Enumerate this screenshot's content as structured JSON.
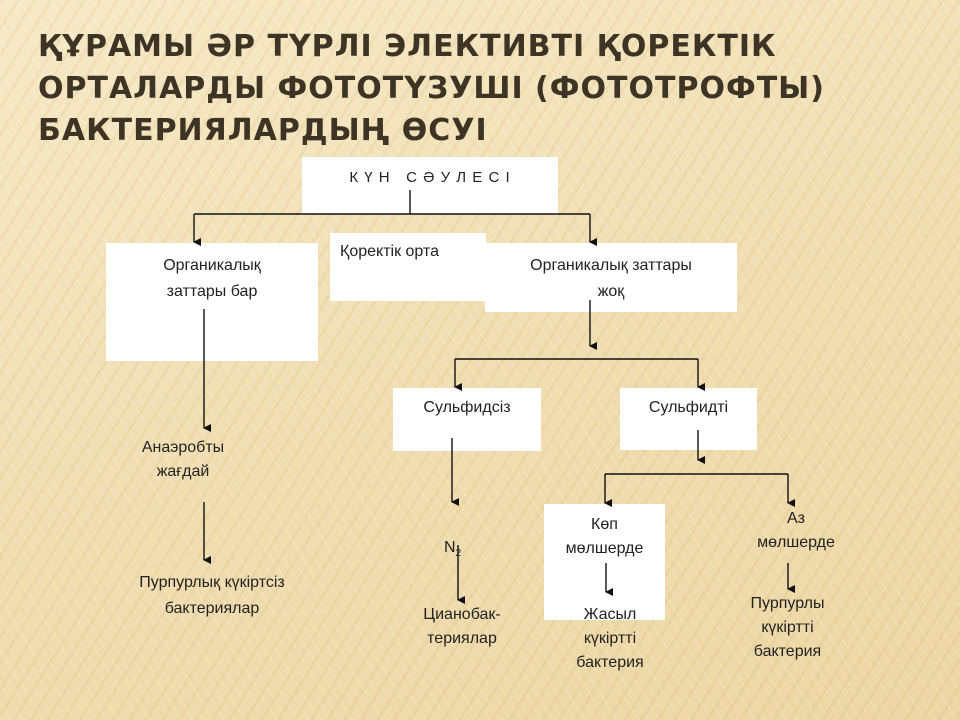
{
  "title": "ҚҰРАМЫ ӘР ТҮРЛІ ЭЛЕКТИВТІ ҚОРЕКТІК ОРТАЛАРДЫ ФОТОТҮЗУШІ (ФОТОТРОФТЫ) БАКТЕРИЯЛАРДЫҢ ӨСУІ",
  "diagram": {
    "sun": "К Ү Н   С Ә У Л Е С І",
    "medium": "Қоректік орта",
    "organic_yes": "Органикалық\nзаттары бар",
    "organic_no": "Органикалық заттары\nжоқ",
    "anaerobic": "Анаэробты\nжағдай",
    "purple_nonsulfur": "Пурпурлық күкіртсіз\nбактериялар",
    "sulfide_free": "Сульфидсіз",
    "sulfide": "Сульфидті",
    "n2": "N",
    "n2_sub": "2",
    "cyanobacteria": "Цианобак-\nтериялар",
    "many": "Көп\nмөлшерде",
    "few": "Аз\nмөлшерде",
    "green_sulfur": "Жасыл\nкүкіртті\nбактерия",
    "purple_sulfur": "Пурпурлы\nкүкіртті\nбактерия"
  }
}
